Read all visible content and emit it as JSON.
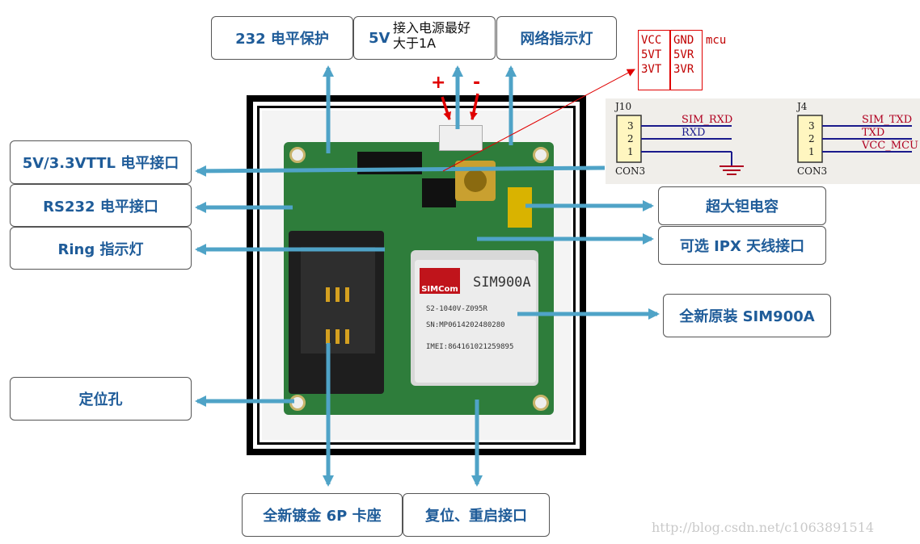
{
  "labels": {
    "protect232": "232 电平保护",
    "power_5v": "5V",
    "power_note_line1": "接入电源最好",
    "power_note_line2": "大于1A",
    "net_led": "网络指示灯",
    "ttl": "5V/3.3VTTL 电平接口",
    "rs232": "RS232 电平接口",
    "ring": "Ring 指示灯",
    "tantalum": "超大钽电容",
    "ipx": "可选 IPX 天线接口",
    "sim900a": "全新原装 SIM900A",
    "hole": "定位孔",
    "simcard": "全新镀金 6P 卡座",
    "reset": "复位、重启接口"
  },
  "polarity": {
    "plus": "+",
    "minus": "-"
  },
  "mcu_table": {
    "left": [
      "VCC",
      "5VT",
      "3VT"
    ],
    "right": [
      "GND",
      "5VR",
      "3VR"
    ],
    "tag": "mcu"
  },
  "schematic": {
    "j10": {
      "ref": "J10",
      "type": "CON3",
      "pins": [
        "3",
        "2",
        "1"
      ],
      "signals": [
        "SIM_RXD",
        "RXD"
      ]
    },
    "j4": {
      "ref": "J4",
      "type": "CON3",
      "pins": [
        "3",
        "2",
        "1"
      ],
      "signals": [
        "SIM_TXD",
        "TXD",
        "VCC_MCU"
      ]
    }
  },
  "module": {
    "logo": "SIMCom",
    "name": "SIM900A",
    "line1": "S2-1040V-Z095R",
    "line2": "SN:MP0614202480280",
    "line3": "IMEI:864161021259895"
  },
  "watermark": "http://blog.csdn.net/c1063891514",
  "colors": {
    "label_text": "#1f5c99",
    "arrow": "#4fa3c7",
    "pcb": "#2e7d3b",
    "annot_red": "#e00000"
  }
}
